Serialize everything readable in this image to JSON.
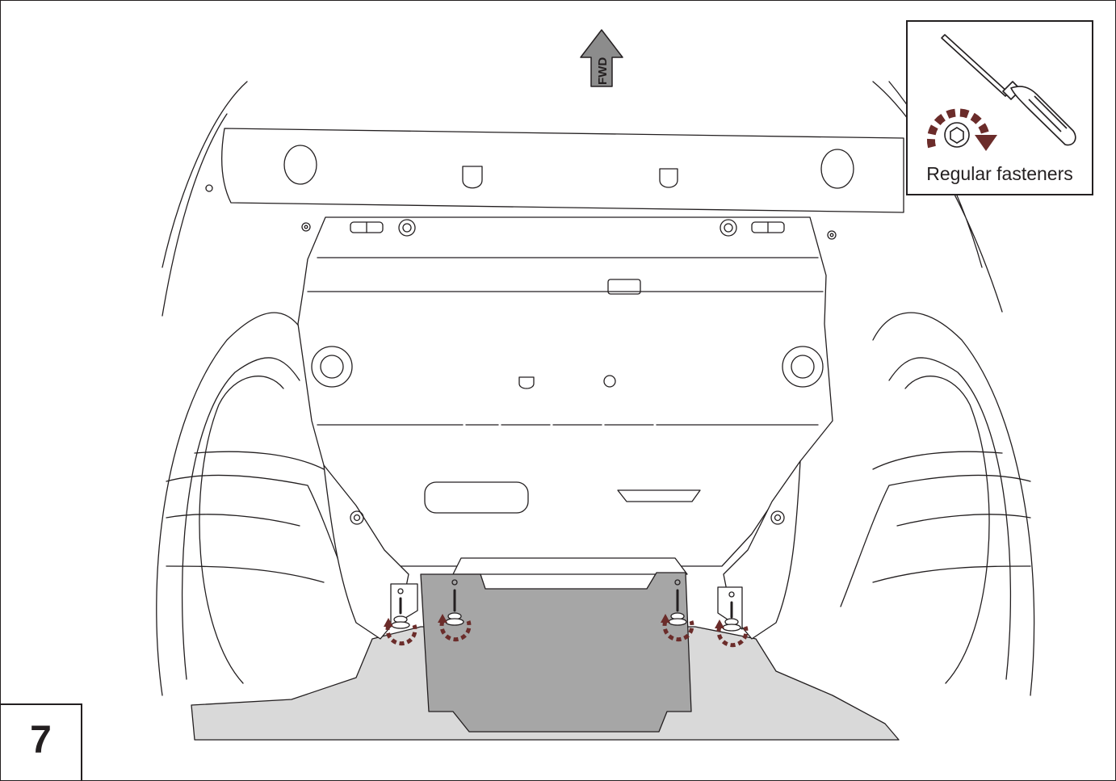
{
  "step": {
    "number": "7"
  },
  "direction_arrow": {
    "label": "FWD",
    "icon": "forward-arrow-icon"
  },
  "legend": {
    "label": "Regular fasteners",
    "icons": [
      "screwdriver-icon",
      "rotation-arrow-icon",
      "hex-bolt-icon"
    ]
  },
  "fasteners": {
    "count": 4,
    "icon": "bolt-with-rotation-icon"
  },
  "colors": {
    "line": "#231f20",
    "underbody_fill": "#d9d9d9",
    "skid_plate_fill": "#a6a6a6",
    "rotation_arrow": "#6b2c2a"
  }
}
